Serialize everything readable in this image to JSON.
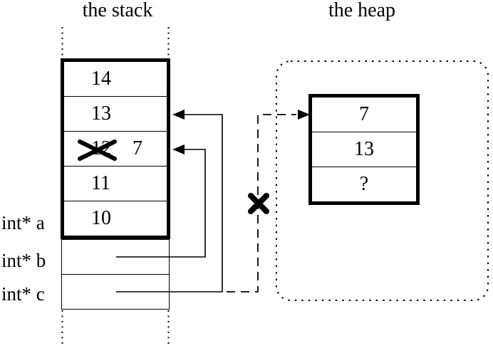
{
  "stack": {
    "title": "the stack",
    "cells": {
      "c1": "14",
      "c2": "13",
      "c3_old": "12",
      "c3_new": "7",
      "c4": "11",
      "c5": "10"
    }
  },
  "heap": {
    "title": "the heap",
    "cells": {
      "c1": "7",
      "c2": "13",
      "c3": "?"
    }
  },
  "variables": {
    "a": "int* a",
    "b": "int* b",
    "c": "int* c"
  },
  "icons": {
    "overwrite_cross": "x-cross-out",
    "invalid_pointer_cross": "x-cross-out"
  },
  "colors": {
    "ink": "#000000",
    "paper": "#ffffff"
  }
}
